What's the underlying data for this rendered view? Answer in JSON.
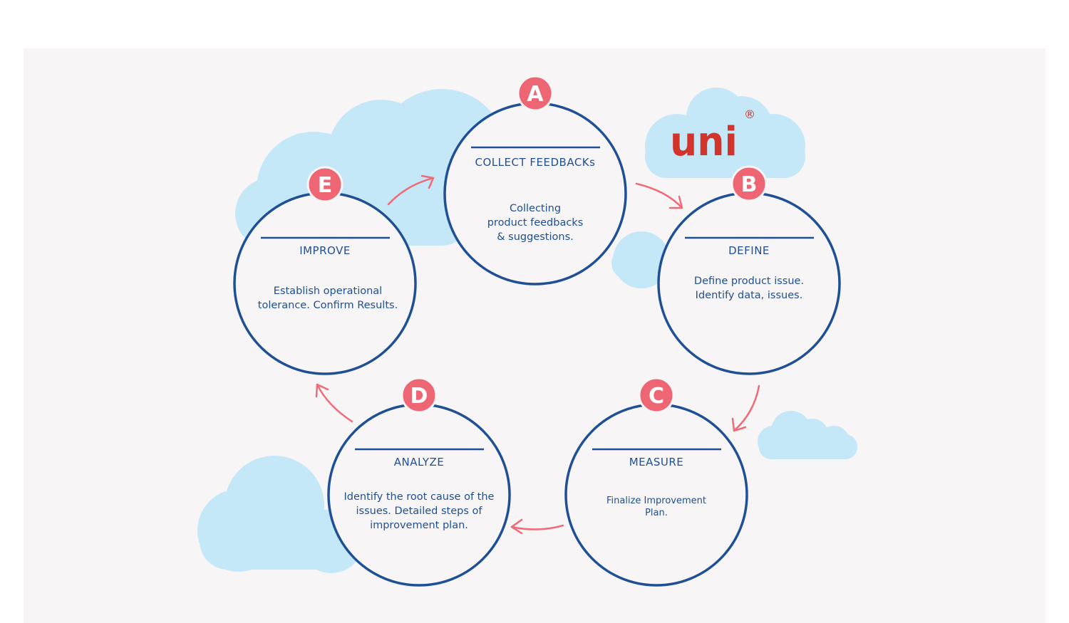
{
  "logo": {
    "text": "uni",
    "registered": "®"
  },
  "colors": {
    "ring": "#1f4f94",
    "badge": "#ee6673",
    "cloud": "#c5e8f8",
    "arrow": "#f06b78",
    "logo": "#d2332a",
    "panel": "#f7f5f6"
  },
  "steps": [
    {
      "letter": "A",
      "title": "COLLECT FEEDBACKs",
      "body": [
        "Collecting",
        "product feedbacks",
        "& suggestions."
      ]
    },
    {
      "letter": "B",
      "title": "DEFINE",
      "body": [
        "Define product issue.",
        "Identify data, issues."
      ]
    },
    {
      "letter": "C",
      "title": "MEASURE",
      "body": [
        "Finalize Improvement",
        "Plan."
      ]
    },
    {
      "letter": "D",
      "title": "ANALYZE",
      "body": [
        "Identify the root cause of the",
        "issues. Detailed steps of",
        "improvement plan."
      ]
    },
    {
      "letter": "E",
      "title": "IMPROVE",
      "body": [
        "Establish operational",
        "tolerance. Confirm Results."
      ]
    }
  ]
}
